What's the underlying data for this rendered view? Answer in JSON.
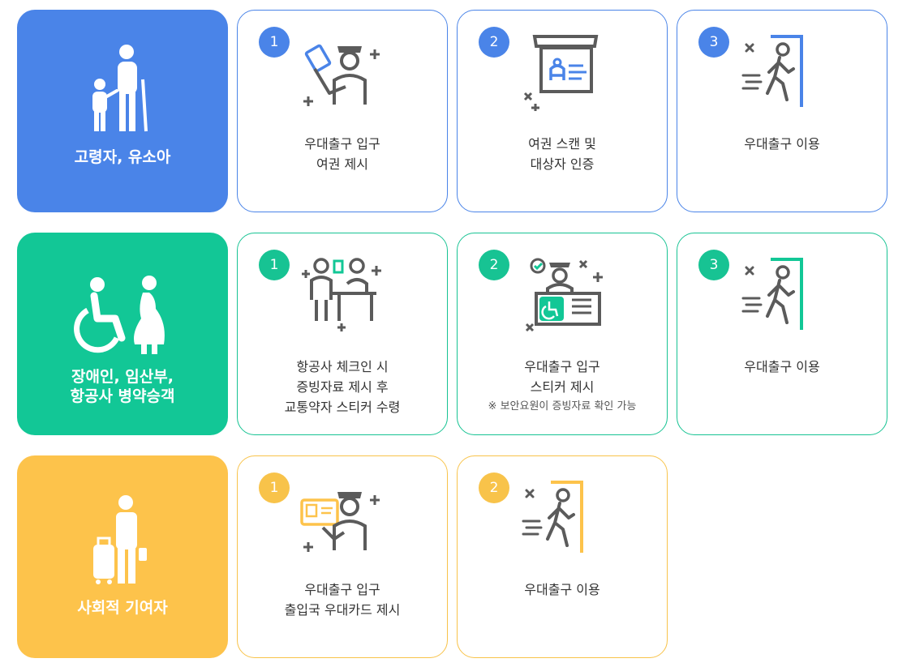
{
  "colors": {
    "blue": "#4a84e8",
    "green": "#12c796",
    "yellow": "#fdc34b",
    "icon_gray": "#5b5b5b"
  },
  "rows": [
    {
      "category": {
        "label": "고령자, 유소아",
        "icon": "elderly-child-icon"
      },
      "steps": [
        {
          "num": "1",
          "line1": "우대출구 입구",
          "line2": "여권 제시",
          "icon": "passport-officer-icon"
        },
        {
          "num": "2",
          "line1": "여권 스캔 및",
          "line2": "대상자 인증",
          "icon": "passport-scan-icon"
        },
        {
          "num": "3",
          "line1": "우대출구 이용",
          "icon": "exit-walk-icon"
        }
      ]
    },
    {
      "category": {
        "label1": "장애인, 임산부,",
        "label2": "항공사 병약승객",
        "icon": "wheelchair-pregnant-icon"
      },
      "steps": [
        {
          "num": "1",
          "line1": "항공사 체크인 시",
          "line2": "증빙자료 제시 후",
          "line3": "교통약자 스티커 수령",
          "icon": "checkin-counter-icon"
        },
        {
          "num": "2",
          "line1": "우대출구 입구",
          "line2": "스티커 제시",
          "note": "※ 보안요원이 증빙자료 확인 가능",
          "icon": "sticker-check-icon"
        },
        {
          "num": "3",
          "line1": "우대출구 이용",
          "icon": "exit-walk-icon"
        }
      ]
    },
    {
      "category": {
        "label": "사회적 기여자",
        "icon": "business-traveler-icon"
      },
      "steps": [
        {
          "num": "1",
          "line1": "우대출구 입구",
          "line2": "출입국 우대카드 제시",
          "icon": "card-officer-icon"
        },
        {
          "num": "2",
          "line1": "우대출구 이용",
          "icon": "exit-walk-icon"
        }
      ]
    }
  ]
}
